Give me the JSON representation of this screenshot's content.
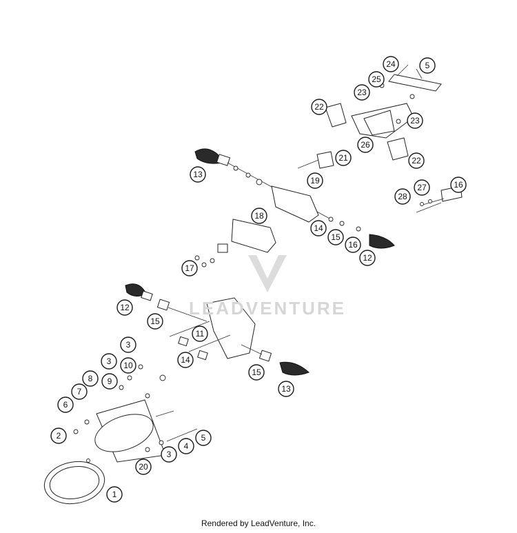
{
  "watermark": {
    "text": "LEADVENTURE",
    "color": "#d6d6d6"
  },
  "footer": {
    "text": "Rendered by LeadVenture, Inc."
  },
  "callouts": [
    {
      "id": "c24",
      "label": "24"
    },
    {
      "id": "c5a",
      "label": "5"
    },
    {
      "id": "c25",
      "label": "25"
    },
    {
      "id": "c23a",
      "label": "23"
    },
    {
      "id": "c22a",
      "label": "22"
    },
    {
      "id": "c23b",
      "label": "23"
    },
    {
      "id": "c26",
      "label": "26"
    },
    {
      "id": "c22b",
      "label": "22"
    },
    {
      "id": "c13a",
      "label": "13"
    },
    {
      "id": "c21",
      "label": "21"
    },
    {
      "id": "c19",
      "label": "19"
    },
    {
      "id": "c16a",
      "label": "16"
    },
    {
      "id": "c28",
      "label": "28"
    },
    {
      "id": "c27",
      "label": "27"
    },
    {
      "id": "c18",
      "label": "18"
    },
    {
      "id": "c14a",
      "label": "14"
    },
    {
      "id": "c15a",
      "label": "15"
    },
    {
      "id": "c16b",
      "label": "16"
    },
    {
      "id": "c12a",
      "label": "12"
    },
    {
      "id": "c17",
      "label": "17"
    },
    {
      "id": "c12b",
      "label": "12"
    },
    {
      "id": "c15b",
      "label": "15"
    },
    {
      "id": "c11",
      "label": "11"
    },
    {
      "id": "c14b",
      "label": "14"
    },
    {
      "id": "c15c",
      "label": "15"
    },
    {
      "id": "c13b",
      "label": "13"
    },
    {
      "id": "c3a",
      "label": "3"
    },
    {
      "id": "c3b",
      "label": "3"
    },
    {
      "id": "c10",
      "label": "10"
    },
    {
      "id": "c8",
      "label": "8"
    },
    {
      "id": "c9",
      "label": "9"
    },
    {
      "id": "c7",
      "label": "7"
    },
    {
      "id": "c6",
      "label": "6"
    },
    {
      "id": "c2",
      "label": "2"
    },
    {
      "id": "c5b",
      "label": "5"
    },
    {
      "id": "c4",
      "label": "4"
    },
    {
      "id": "c3c",
      "label": "3"
    },
    {
      "id": "c20",
      "label": "20"
    },
    {
      "id": "c1",
      "label": "1"
    }
  ]
}
